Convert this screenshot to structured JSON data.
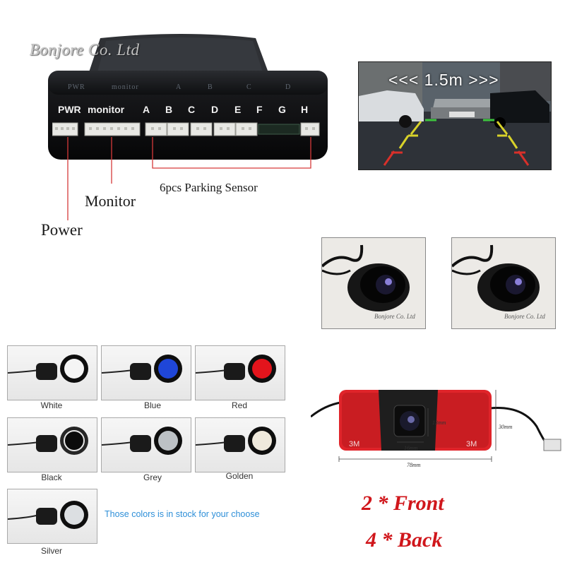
{
  "control_box": {
    "watermark": "Bonjore Co. Ltd",
    "engraved_labels": [
      "PWR",
      "monitor",
      "A",
      "B",
      "C",
      "D"
    ],
    "port_labels": [
      "PWR",
      "monitor",
      "A",
      "B",
      "C",
      "D",
      "E",
      "F",
      "G",
      "H"
    ],
    "body_color": "#111214",
    "port_color": "#e8e8e4"
  },
  "callouts": {
    "sensors": "6pcs Parking Sensor",
    "monitor": "Monitor",
    "power": "Power",
    "line_color": "#d63a3a"
  },
  "monitor_view": {
    "distance_text": "<<< 1.5m >>>"
  },
  "cameras": [
    {
      "watermark": "Bonjore Co. Ltd"
    },
    {
      "watermark": "Bonjore Co. Ltd"
    }
  ],
  "sensor_colors": [
    {
      "label": "White",
      "color": "#f4f4f4"
    },
    {
      "label": "Blue",
      "color": "#1f46d8"
    },
    {
      "label": "Red",
      "color": "#e3141c"
    },
    {
      "label": "Black",
      "color": "#0b0b0b"
    },
    {
      "label": "Grey",
      "color": "#bcc1c5"
    },
    {
      "label": "Golden",
      "color": "#efe9dc"
    },
    {
      "label": "Silver",
      "color": "#dcdfe2"
    }
  ],
  "stock_note": "Those colors is in stock for your choose",
  "plate_camera": {
    "dimensions": {
      "width": "78mm",
      "height": "30mm",
      "lens_w": "16mm",
      "lens_h": "13mm"
    },
    "brand_mark": "3M"
  },
  "counts": {
    "front": "2 * Front",
    "back": "4 * Back"
  }
}
